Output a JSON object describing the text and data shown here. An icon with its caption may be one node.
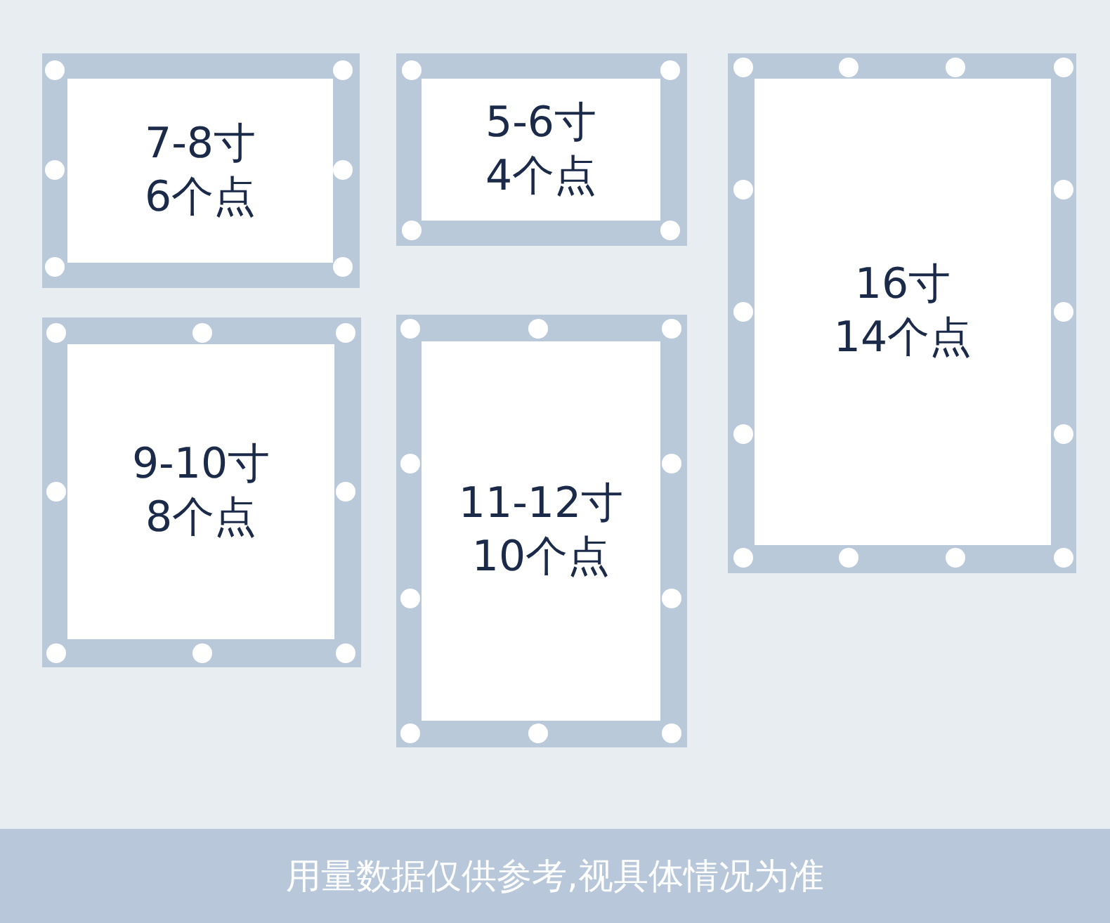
{
  "diagram": {
    "nodes": [
      {
        "text": [
          "7-8寸",
          "6个点"
        ]
      },
      {
        "text": [
          "5-6寸",
          "4个点"
        ]
      },
      {
        "text": [
          "16寸",
          "14个点"
        ]
      },
      {
        "text": [
          "9-10寸",
          "8个点"
        ]
      },
      {
        "text": [
          "11-12寸",
          "10个点"
        ]
      }
    ],
    "caption": "用量数据仅供参考,视具体情况为准"
  }
}
